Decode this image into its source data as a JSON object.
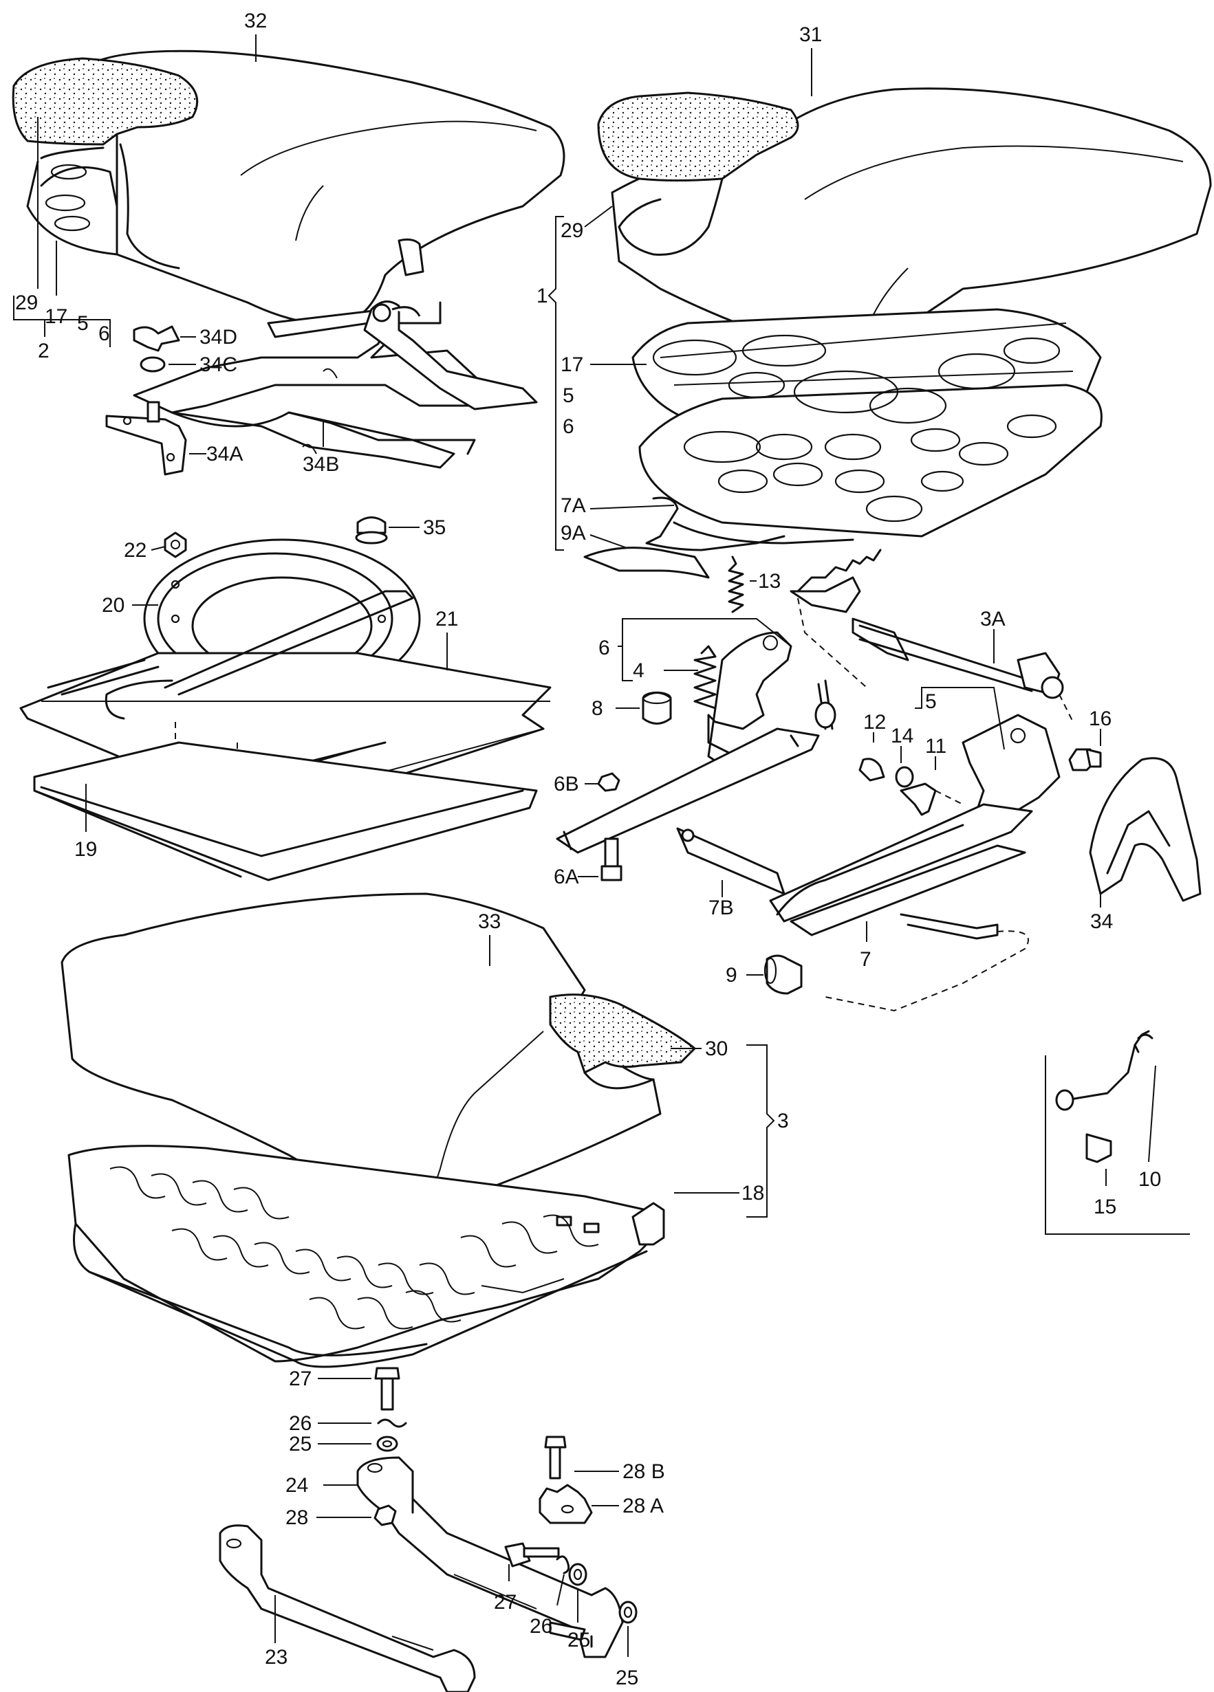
{
  "labels": {
    "l32": "32",
    "l31": "31",
    "l29a": "29",
    "l17a": "17",
    "l5a": "5",
    "l6a": "6",
    "l2": "2",
    "l34D": "34D",
    "l34C": "34C",
    "l34A": "34A",
    "l34B": "34B",
    "l29b": "29",
    "l1": "1",
    "l17b": "17",
    "l5b": "5",
    "l6b": "6",
    "l7A": "7A",
    "l9A": "9A",
    "l35": "35",
    "l22": "22",
    "l20": "20",
    "l21": "21",
    "l19": "19",
    "l13": "13",
    "l3A": "3A",
    "l6c": "6",
    "l4": "4",
    "l8": "8",
    "l5c": "5",
    "l12": "12",
    "l14": "14",
    "l11": "11",
    "l16": "16",
    "l6B": "6B",
    "l6A": "6A",
    "l7B": "7B",
    "l7": "7",
    "l34": "34",
    "l9": "9",
    "l33": "33",
    "l30": "30",
    "l3": "3",
    "l18": "18",
    "l10": "10",
    "l15": "15",
    "l27a": "27",
    "l26a": "26",
    "l25a": "25",
    "l24": "24",
    "l28": "28",
    "l28B": "28 B",
    "l28A": "28 A",
    "l23": "23",
    "l27b": "27",
    "l26b": "26",
    "l25b": "25",
    "l25c": "25"
  }
}
